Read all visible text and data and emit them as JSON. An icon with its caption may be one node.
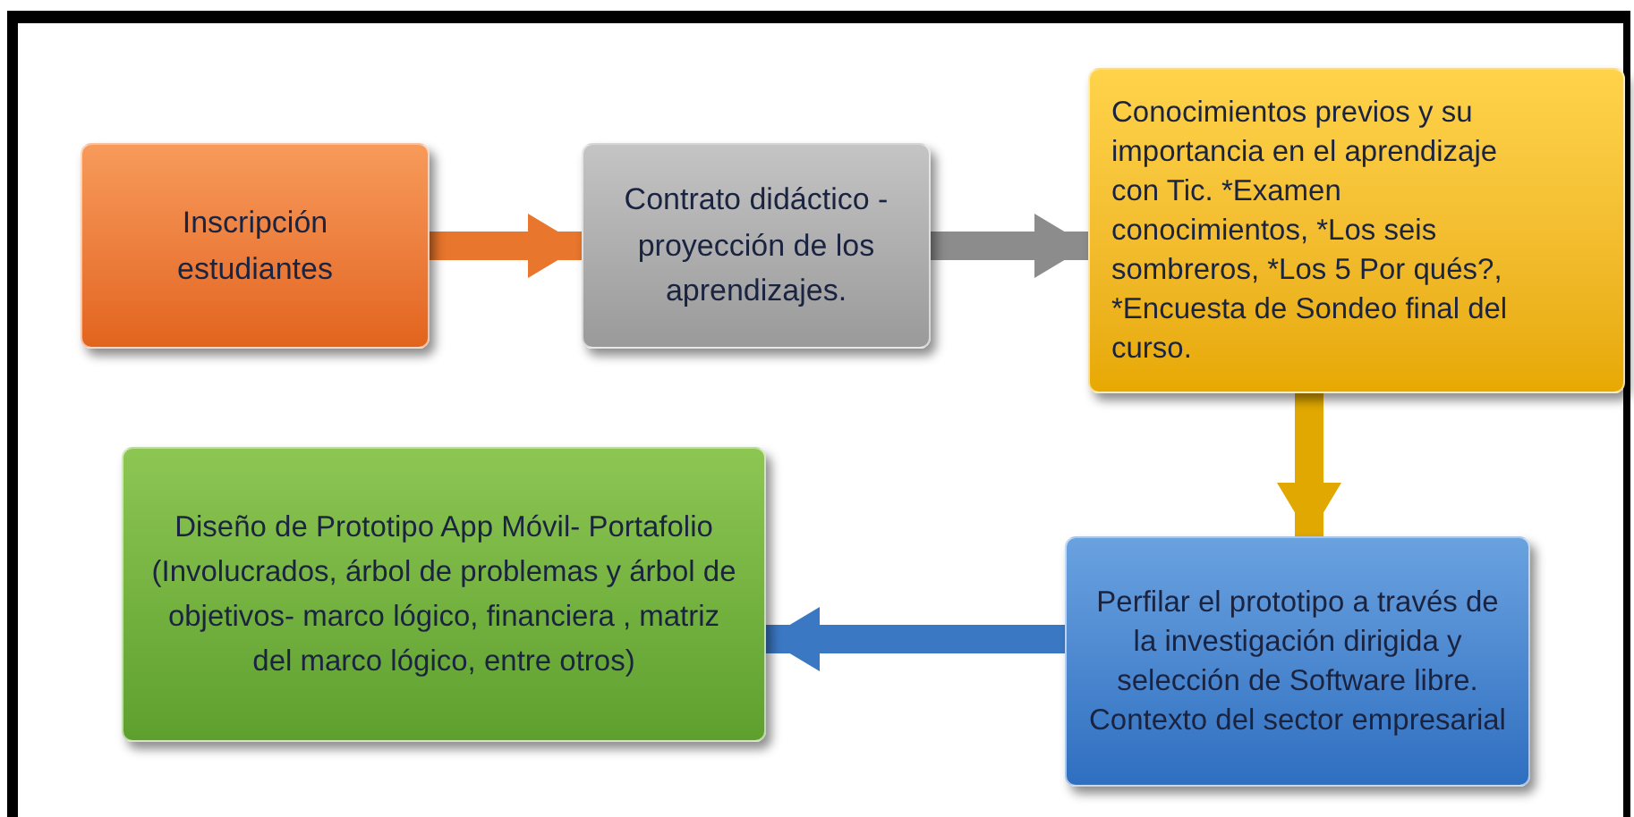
{
  "diagram": {
    "nodes": [
      {
        "text": [
          "Inscripción estudiantes"
        ]
      },
      {
        "text": [
          "Contrato didáctico - proyección de los aprendizajes."
        ]
      },
      {
        "text": [
          "Conocimientos previos y su importancia en el aprendizaje con Tic. *Examen conocimientos, *Los seis sombreros, *Los 5 Por qués?, *Encuesta de Sondeo final del curso."
        ]
      },
      {
        "text": [
          "Perfilar el prototipo a través de la investigación dirigida  y selección de Software libre. Contexto del sector empresarial"
        ]
      },
      {
        "text": [
          "Diseño de Prototipo App Móvil- Portafolio (Involucrados, árbol de problemas y árbol de  objetivos- marco lógico, financiera , matriz del marco lógico, entre otros)"
        ]
      }
    ],
    "edges": [
      {
        "from": 0,
        "to": 1,
        "arrow": "to",
        "color": "#e8762c"
      },
      {
        "from": 1,
        "to": 2,
        "arrow": "to",
        "color": "#8c8c8c"
      },
      {
        "from": 2,
        "to": 3,
        "arrow": "to",
        "color": "#e0a800"
      },
      {
        "from": 3,
        "to": 4,
        "arrow": "to",
        "color": "#3b78c4"
      }
    ]
  }
}
